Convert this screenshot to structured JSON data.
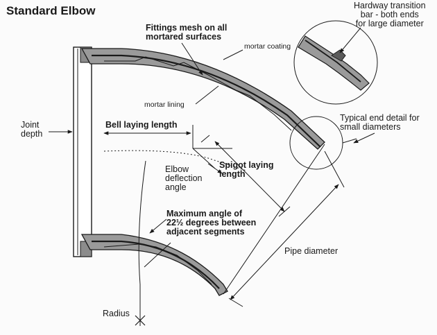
{
  "title": "Standard Elbow",
  "labels": {
    "fittings_mesh": [
      "Fittings mesh on all",
      "mortared surfaces"
    ],
    "mortar_coating": "mortar coating",
    "mortar_lining": "mortar lining",
    "joint_depth": [
      "Joint",
      "depth"
    ],
    "bell_laying_length": "Bell laying length",
    "elbow_deflection_angle": [
      "Elbow",
      "deflection",
      "angle"
    ],
    "spigot_laying_length": [
      "Spigot laying",
      "length"
    ],
    "maximum_angle": [
      "Maximum angle of",
      "22½ degrees between",
      "adjacent segments"
    ],
    "pipe_diameter": "Pipe diameter",
    "radius": "Radius",
    "hardway_transition": [
      "Hardway transition",
      "bar - both ends",
      "for large diameter"
    ],
    "typical_end_detail": [
      "Typical end detail for",
      "small diameters"
    ]
  },
  "colors": {
    "line": "#1a1a1a",
    "wall_fill": "#8c8c8c",
    "background": "#fbfbfb"
  }
}
